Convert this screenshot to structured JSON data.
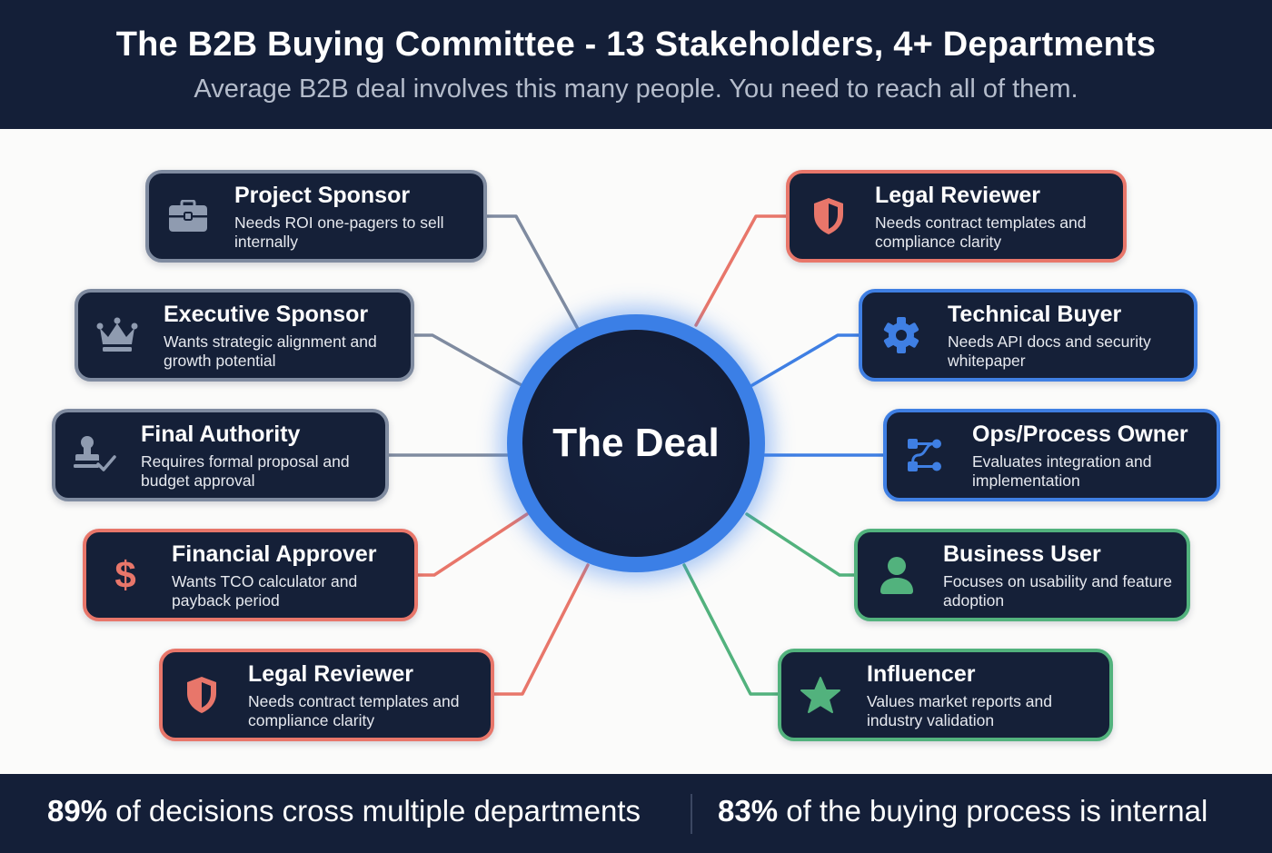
{
  "header": {
    "title": "The B2B Buying Committee - 13 Stakeholders, 4+ Departments",
    "subtitle": "Average B2B deal involves this many people. You need to reach all of them."
  },
  "center": {
    "label": "The Deal",
    "color": "#3b7fe6"
  },
  "colors": {
    "gray": "#7f8ba0",
    "red": "#e8766a",
    "blue": "#3f7fe3",
    "green": "#52b27d",
    "navy": "#152038"
  },
  "stakeholders": [
    {
      "title": "Project Sponsor",
      "desc": "Needs ROI one-pagers to sell internally",
      "icon": "briefcase-icon",
      "color": "gray",
      "side": "left"
    },
    {
      "title": "Executive Sponsor",
      "desc": "Wants strategic alignment and growth potential",
      "icon": "crown-icon",
      "color": "gray",
      "side": "left"
    },
    {
      "title": "Final Authority",
      "desc": "Requires formal proposal and budget approval",
      "icon": "stamp-check-icon",
      "color": "gray",
      "side": "left"
    },
    {
      "title": "Financial Approver",
      "desc": "Wants TCO calculator and payback period",
      "icon": "dollar-icon",
      "color": "red",
      "side": "left"
    },
    {
      "title": "Legal Reviewer",
      "desc": "Needs contract templates and compliance clarity",
      "icon": "shield-icon",
      "color": "red",
      "side": "left"
    },
    {
      "title": "Legal Reviewer",
      "desc": "Needs contract templates and compliance clarity",
      "icon": "shield-icon",
      "color": "red",
      "side": "right"
    },
    {
      "title": "Technical Buyer",
      "desc": "Needs API docs and security whitepaper",
      "icon": "gear-icon",
      "color": "blue",
      "side": "right"
    },
    {
      "title": "Ops/Process Owner",
      "desc": "Evaluates integration and implementation",
      "icon": "workflow-icon",
      "color": "blue",
      "side": "right"
    },
    {
      "title": "Business User",
      "desc": "Focuses on usability and feature adoption",
      "icon": "user-icon",
      "color": "green",
      "side": "right"
    },
    {
      "title": "Influencer",
      "desc": "Values market reports and industry validation",
      "icon": "star-icon",
      "color": "green",
      "side": "right"
    }
  ],
  "footer": {
    "left_value": "89%",
    "left_text": " of decisions cross multiple departments",
    "right_value": "83%",
    "right_text": " of the buying process is internal"
  }
}
